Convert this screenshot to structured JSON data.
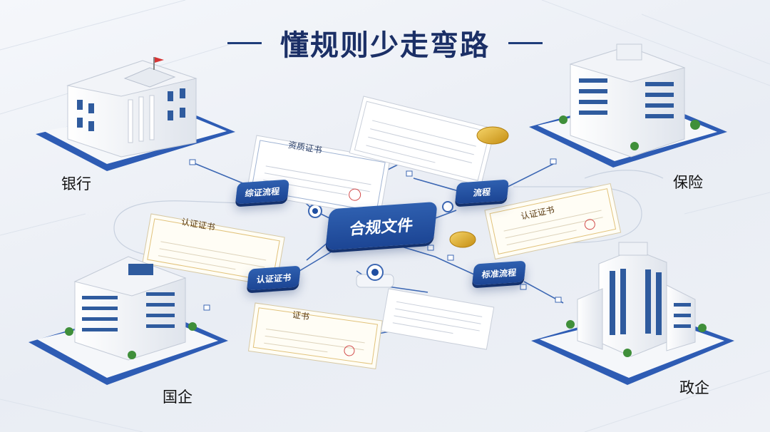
{
  "title": "懂规则少走弯路",
  "nodes": {
    "bank": "银行",
    "insurance": "保险",
    "soe": "国企",
    "gov_enterprise": "政企"
  },
  "hub": "合规文件",
  "flow_tags": {
    "upper_left": "综证流程",
    "upper_right": "流程",
    "lower_left": "认证证书",
    "lower_right": "标准流程"
  },
  "documents": {
    "upper_left": "资质证书",
    "mid_left": "认证证书",
    "right": "认证证书",
    "lower_left": "证书"
  },
  "colors": {
    "accent": "#1f4ea1",
    "title": "#1b2f66",
    "gold": "#d9a521"
  }
}
